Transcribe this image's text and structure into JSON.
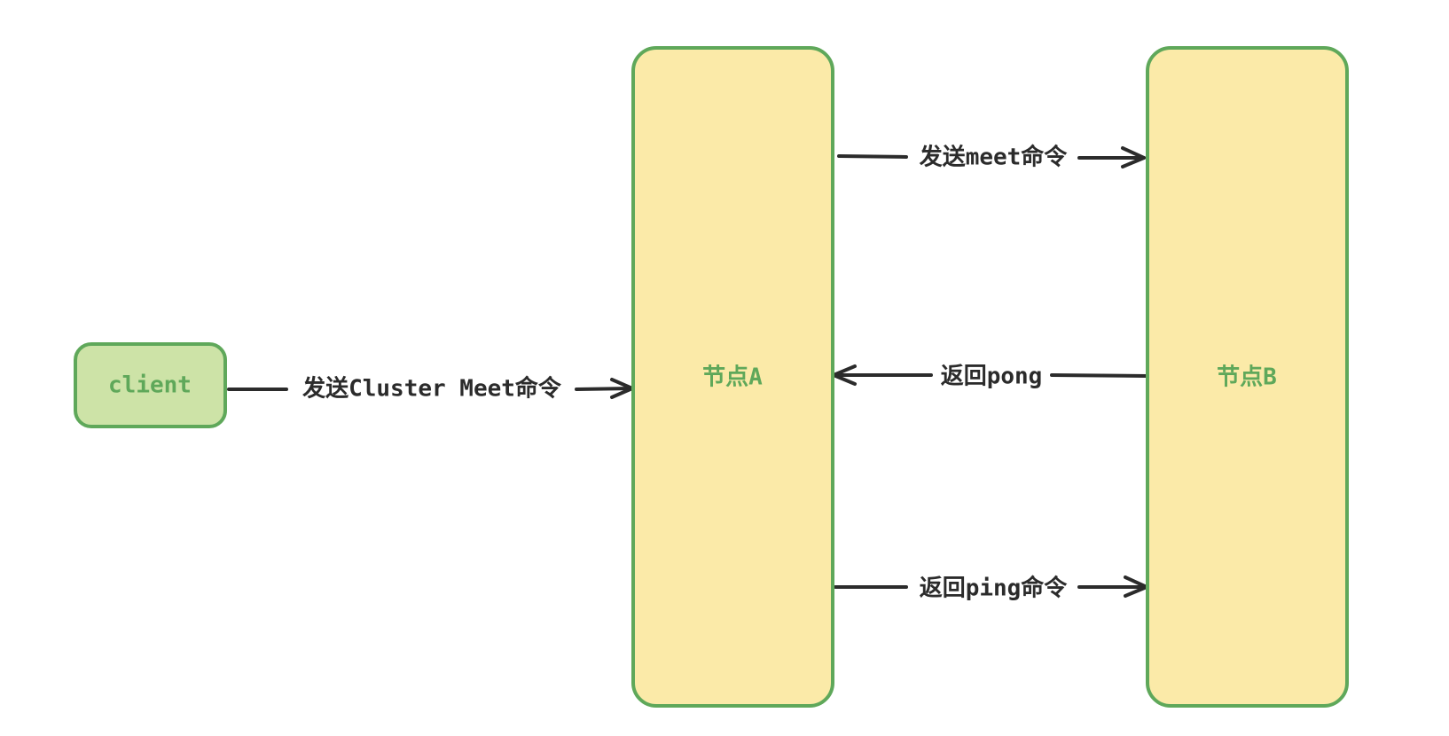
{
  "nodes": {
    "client": {
      "label": "client"
    },
    "node_a": {
      "label": "节点A"
    },
    "node_b": {
      "label": "节点B"
    }
  },
  "edges": {
    "client_to_a": {
      "label": "发送Cluster Meet命令",
      "from": "client",
      "to": "node_a"
    },
    "a_to_b_meet": {
      "label": "发送meet命令",
      "from": "node_a",
      "to": "node_b"
    },
    "b_to_a_pong": {
      "label": "返回pong",
      "from": "node_b",
      "to": "node_a"
    },
    "a_to_b_ping": {
      "label": "返回ping命令",
      "from": "node_a",
      "to": "node_b"
    }
  },
  "colors": {
    "node_border": "#5fa85a",
    "client_fill": "#cde3a7",
    "node_fill": "#fbeaa8",
    "node_text": "#5fa85a",
    "edge_stroke": "#2b2b2b"
  }
}
